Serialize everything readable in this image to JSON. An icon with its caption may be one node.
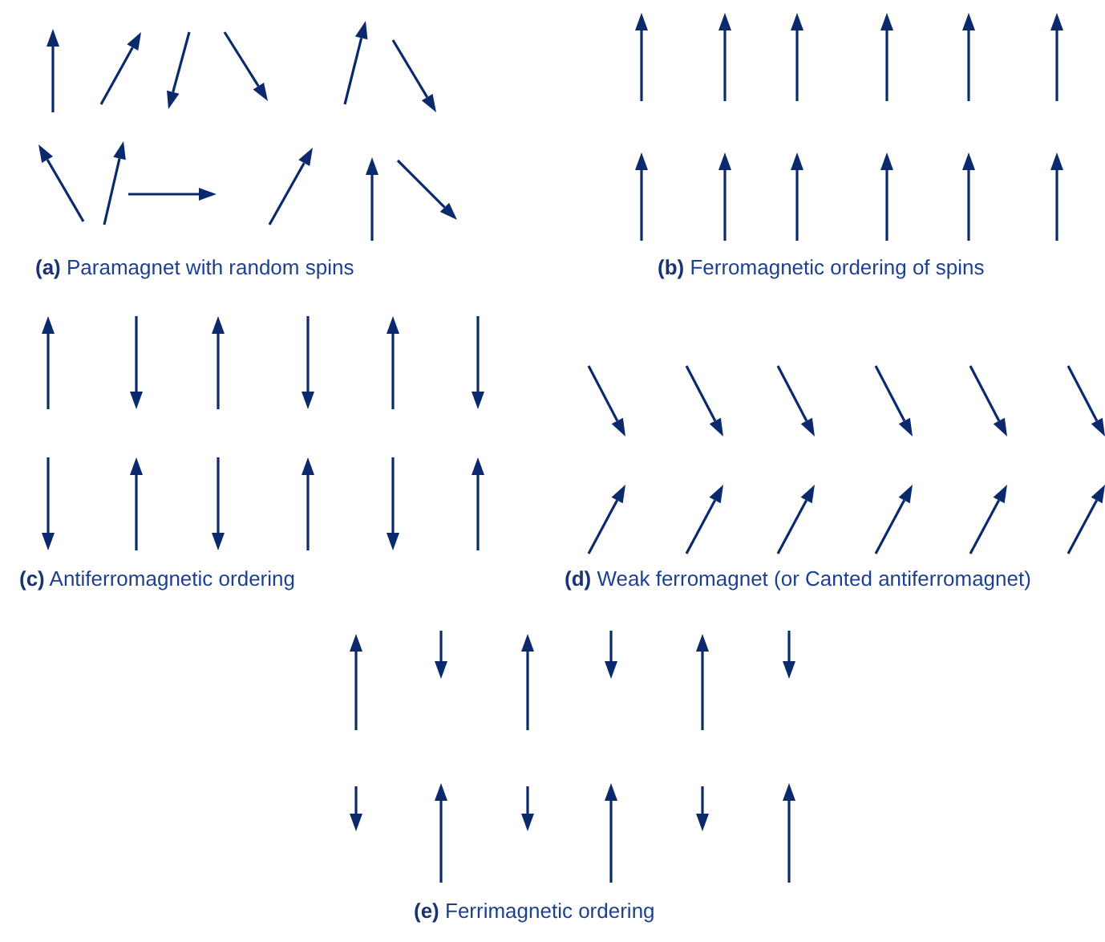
{
  "diagram": {
    "labels": [
      "**(a)** Paramagnet with random spins",
      "**(b)** Ferromagnetic ordering of spins",
      "**(c)** Antiferromagnetic ordering",
      "**(d)** Weak ferromagnet (or Canted antiferromagnet)",
      "**(e)** Ferrimagnetic ordering"
    ]
  }
}
